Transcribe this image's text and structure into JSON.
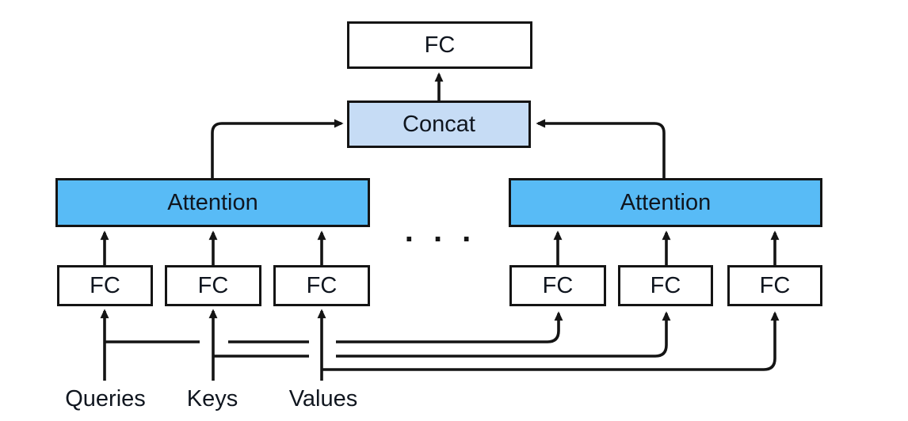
{
  "diagram": {
    "output_fc": {
      "label": "FC"
    },
    "concat": {
      "label": "Concat"
    },
    "attention_heads": [
      {
        "label": "Attention"
      },
      {
        "label": "Attention"
      }
    ],
    "fc_projections": [
      {
        "label": "FC"
      },
      {
        "label": "FC"
      },
      {
        "label": "FC"
      },
      {
        "label": "FC"
      },
      {
        "label": "FC"
      },
      {
        "label": "FC"
      }
    ],
    "ellipsis": ". . .",
    "inputs": [
      {
        "label": "Queries"
      },
      {
        "label": "Keys"
      },
      {
        "label": "Values"
      }
    ],
    "colors": {
      "attention_fill": "#58bbf6",
      "concat_fill": "#c6dcf5",
      "fc_fill": "#ffffff",
      "line": "#141414",
      "background": "#ffffff"
    }
  }
}
